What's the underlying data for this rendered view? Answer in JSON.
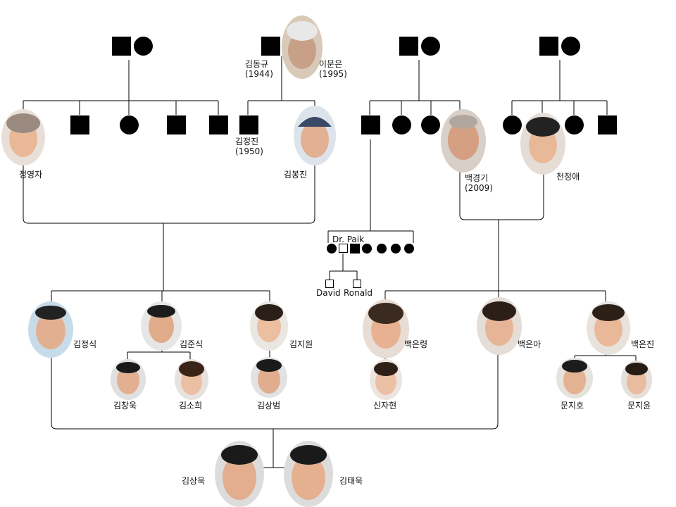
{
  "people": {
    "kim_donggyu": {
      "name": "김동규",
      "year": "(1944)"
    },
    "lee_muneun": {
      "name": "이문은",
      "year": "(1995)"
    },
    "jung_youngja": {
      "name": "정영자"
    },
    "kim_jeongjin": {
      "name": "김정진",
      "year": "(1950)"
    },
    "kim_bongjin": {
      "name": "김봉진"
    },
    "baek_gyeonggi": {
      "name": "백경기",
      "year": "(2009)"
    },
    "cheon_jeongae": {
      "name": "천정애"
    },
    "dr_paik": {
      "name": "Dr. Paik"
    },
    "david": {
      "name": "David"
    },
    "ronald": {
      "name": "Ronald"
    },
    "kim_jeongsik": {
      "name": "김정식"
    },
    "kim_junsik": {
      "name": "김준식"
    },
    "kim_jiwon": {
      "name": "김지원"
    },
    "baek_eunryeong": {
      "name": "백은령"
    },
    "baek_euna": {
      "name": "백은아"
    },
    "baek_eunjin": {
      "name": "백은진"
    },
    "kim_changuk": {
      "name": "김창욱"
    },
    "kim_sohui": {
      "name": "김소희"
    },
    "kim_sangbeom": {
      "name": "김상범"
    },
    "shin_jahyeon": {
      "name": "신자현"
    },
    "moon_jiho": {
      "name": "문지호"
    },
    "moon_jiyun": {
      "name": "문지윤"
    },
    "kim_sanguk": {
      "name": "김상욱"
    },
    "kim_taeuk": {
      "name": "김태욱"
    }
  },
  "colors": {
    "line": "#000000",
    "symbol": "#000000",
    "background": "#ffffff"
  }
}
